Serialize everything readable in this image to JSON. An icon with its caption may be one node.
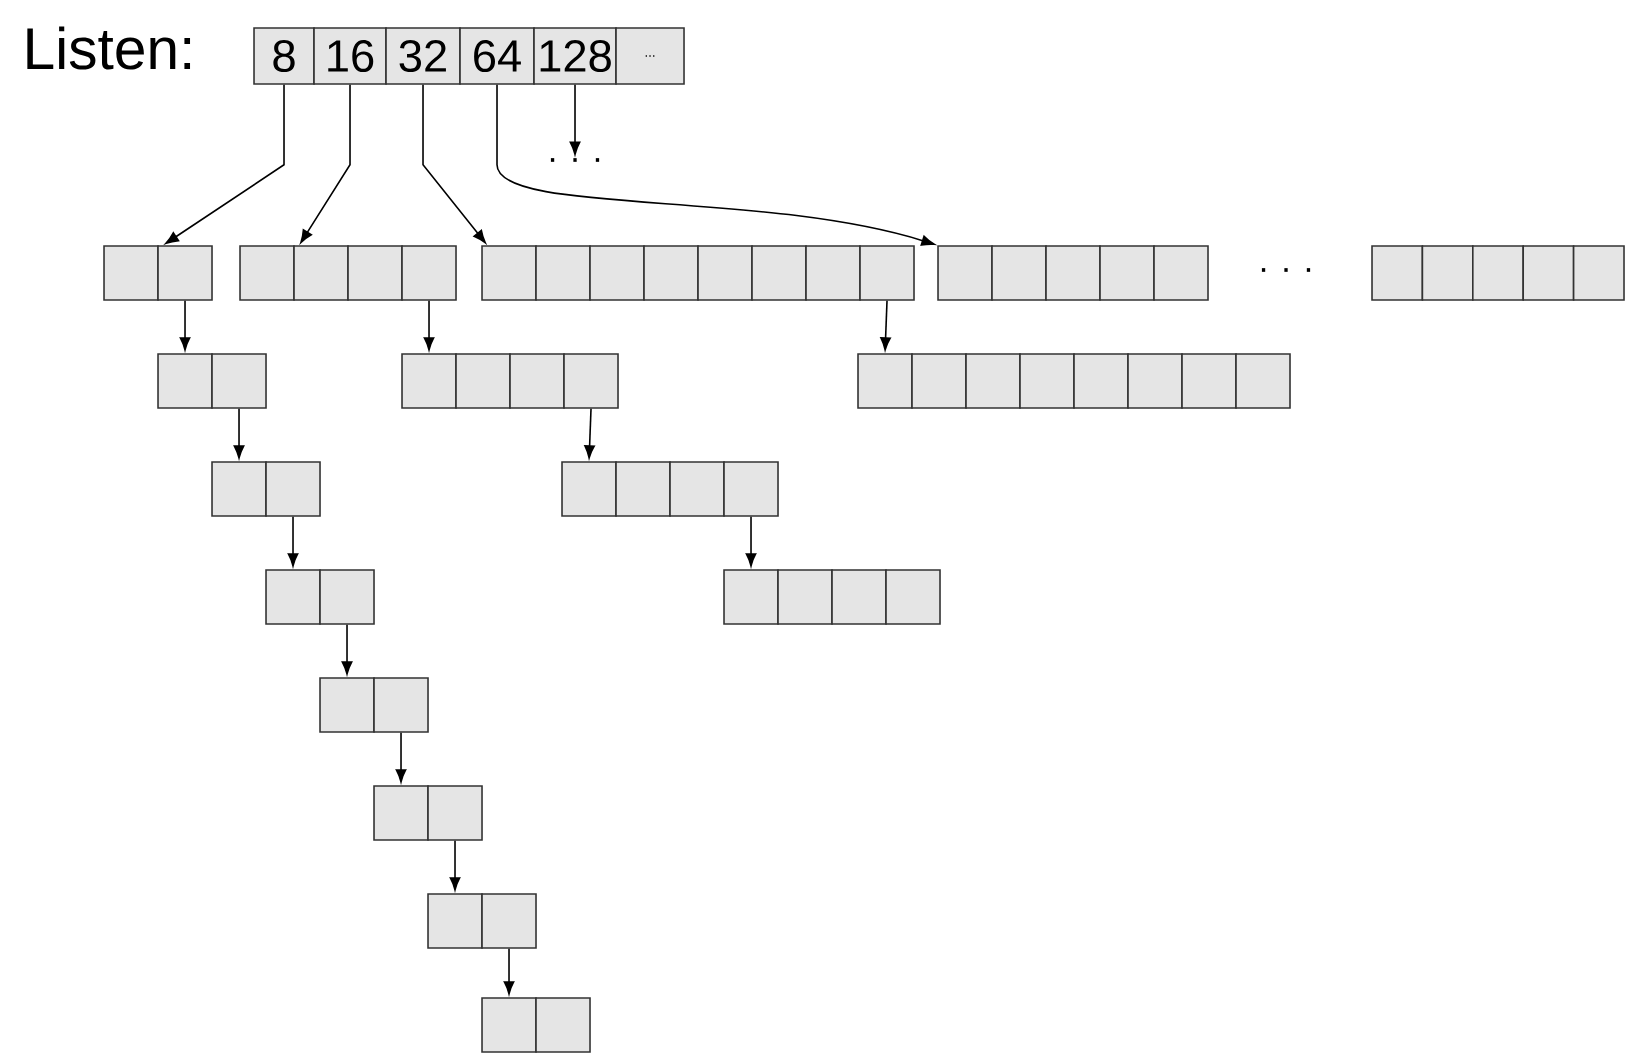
{
  "diagram": {
    "nodes": [
      {
        "text": [
          "8"
        ]
      },
      {
        "text": [
          "16"
        ]
      },
      {
        "text": [
          "32"
        ]
      },
      {
        "text": [
          "64"
        ]
      },
      {
        "text": [
          "128"
        ]
      },
      {
        "text": [
          "..."
        ]
      },
      {
        "text": [
          ". . ."
        ]
      },
      {
        "text": [],
        "shape": "box"
      },
      {
        "text": [],
        "shape": "box"
      },
      {
        "text": [],
        "shape": "box"
      },
      {
        "text": [],
        "shape": "box"
      },
      {
        "text": [],
        "shape": "box"
      },
      {
        "text": [],
        "shape": "box"
      },
      {
        "text": [],
        "shape": "box"
      },
      {
        "text": [],
        "shape": "box"
      },
      {
        "text": [],
        "shape": "box"
      },
      {
        "text": [],
        "shape": "box"
      },
      {
        "text": [],
        "shape": "box"
      },
      {
        "text": [],
        "shape": "box"
      },
      {
        "text": [],
        "shape": "box"
      },
      {
        "text": [],
        "shape": "box"
      },
      {
        "text": [],
        "shape": "box"
      },
      {
        "text": [],
        "shape": "box"
      },
      {
        "text": [],
        "shape": "box"
      },
      {
        "text": [],
        "shape": "box"
      },
      {
        "text": [],
        "shape": "box"
      },
      {
        "text": [],
        "shape": "box"
      },
      {
        "text": [],
        "shape": "box"
      },
      {
        "text": [],
        "shape": "box"
      },
      {
        "text": [],
        "shape": "box"
      },
      {
        "text": [],
        "shape": "box"
      },
      {
        "text": [],
        "shape": "box"
      },
      {
        "text": [],
        "shape": "box"
      },
      {
        "text": [],
        "shape": "box"
      },
      {
        "text": [],
        "shape": "box"
      },
      {
        "text": [],
        "shape": "box"
      },
      {
        "text": [],
        "shape": "box"
      },
      {
        "text": [],
        "shape": "box"
      },
      {
        "text": [],
        "shape": "box"
      },
      {
        "text": [],
        "shape": "box"
      },
      {
        "text": [],
        "shape": "box"
      },
      {
        "text": [],
        "shape": "box"
      },
      {
        "text": [],
        "shape": "box"
      },
      {
        "text": [],
        "shape": "box"
      },
      {
        "text": [],
        "shape": "box"
      },
      {
        "text": [],
        "shape": "box"
      },
      {
        "text": [],
        "shape": "box"
      },
      {
        "text": [],
        "shape": "box"
      },
      {
        "text": [],
        "shape": "box"
      },
      {
        "text": [],
        "shape": "box"
      },
      {
        "text": [],
        "shape": "box"
      },
      {
        "text": [],
        "shape": "box"
      },
      {
        "text": [],
        "shape": "box"
      },
      {
        "text": [],
        "shape": "box"
      },
      {
        "text": [],
        "shape": "box"
      },
      {
        "text": [],
        "shape": "box"
      },
      {
        "text": [],
        "shape": "box"
      },
      {
        "text": [],
        "shape": "box"
      },
      {
        "text": [],
        "shape": "box"
      },
      {
        "text": [],
        "shape": "box"
      },
      {
        "text": [],
        "shape": "box"
      },
      {
        "text": [],
        "shape": "box"
      },
      {
        "text": [],
        "shape": "box"
      },
      {
        "text": [],
        "shape": "box"
      },
      {
        "text": [],
        "shape": "box"
      }
    ],
    "edges": [
      {
        "from": 0,
        "to": 8,
        "arrow": "to"
      },
      {
        "from": 1,
        "to": 10,
        "arrow": "to"
      },
      {
        "from": 2,
        "to": 13,
        "arrow": "to"
      },
      {
        "from": 3,
        "to": 21,
        "arrow": "to"
      },
      {
        "from": 4,
        "to": 6,
        "arrow": "to"
      },
      {
        "from": 8,
        "to": 31,
        "arrow": "to"
      },
      {
        "from": 32,
        "to": 45,
        "arrow": "to"
      },
      {
        "from": 46,
        "to": 51,
        "arrow": "to"
      },
      {
        "from": 52,
        "to": 57,
        "arrow": "to"
      },
      {
        "from": 58,
        "to": 59,
        "arrow": "to"
      },
      {
        "from": 60,
        "to": 61,
        "arrow": "to"
      },
      {
        "from": 62,
        "to": 63,
        "arrow": "to"
      },
      {
        "from": 12,
        "to": 33,
        "arrow": "to"
      },
      {
        "from": 36,
        "to": 47,
        "arrow": "to"
      },
      {
        "from": 50,
        "to": 53,
        "arrow": "to"
      },
      {
        "from": 20,
        "to": 37,
        "arrow": "to"
      }
    ],
    "labels": [
      "Listen:",
      ". . ."
    ]
  }
}
